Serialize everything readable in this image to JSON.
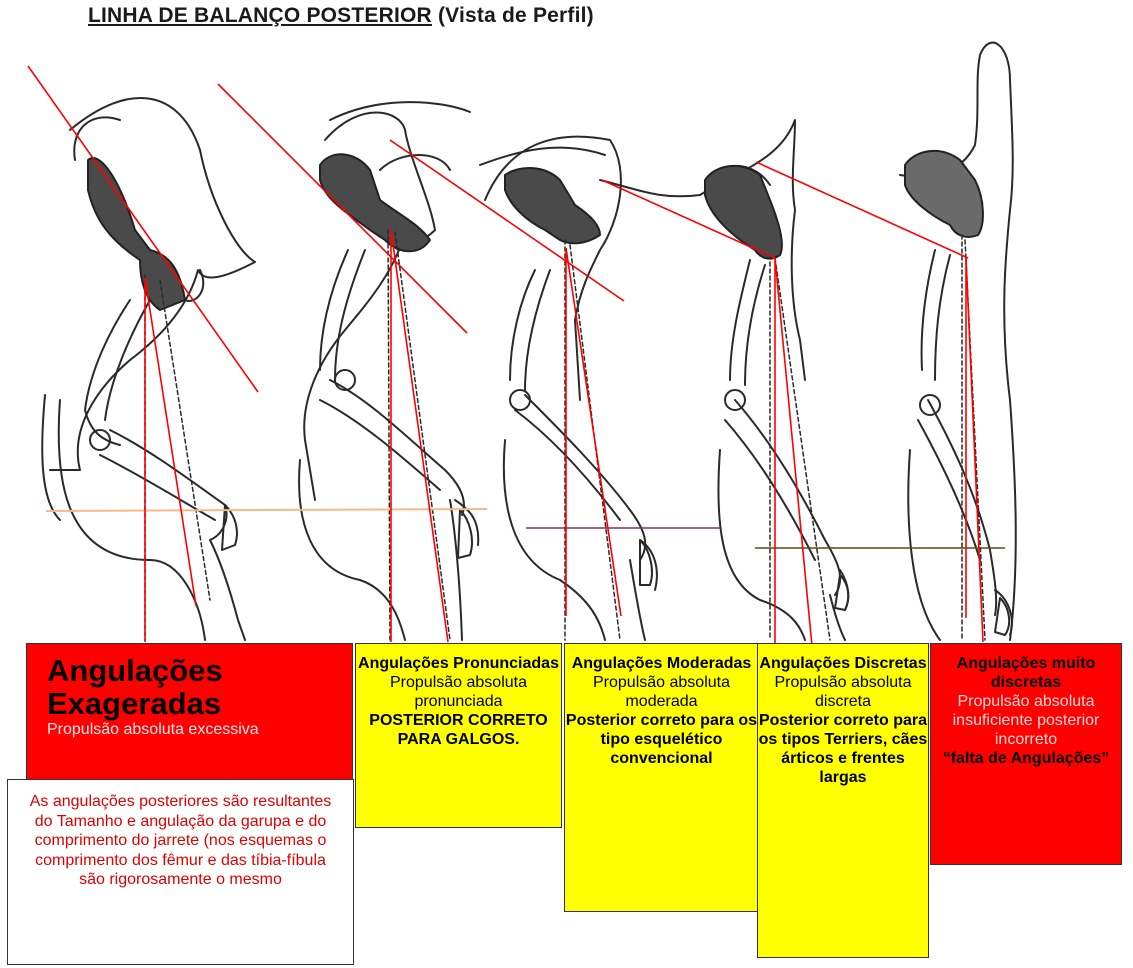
{
  "title": {
    "main": "LINHA DE BALANÇO POSTERIOR",
    "sub": "(Vista de Perfil)"
  },
  "colors": {
    "red_line": "#ff0000",
    "orange_line": "#f2b98a",
    "purple_line": "#8b2a6b",
    "olive_line": "#5a4a10",
    "box_red": "#ff0000",
    "box_yellow": "#ffff00"
  },
  "boxes": {
    "exageradas": {
      "heading": "Angulações Exageradas",
      "body": "Propulsão absoluta excessiva"
    },
    "note": {
      "text": "As angulações posteriores são resultantes do Tamanho e angulação da garupa e do comprimento do jarrete (nos esquemas o comprimento dos fêmur e das tíbia-fíbula são rigorosamente o mesmo"
    },
    "pronunciadas": {
      "heading": "Angulações Pronunciadas",
      "body": "Propulsão absoluta pronunciada",
      "footer": "POSTERIOR CORRETO PARA GALGOS."
    },
    "moderadas": {
      "heading": "Angulações Moderadas",
      "body": "Propulsão absoluta moderada",
      "footer": "Posterior correto para os tipo esquelético convencional"
    },
    "discretas": {
      "heading": "Angulações Discretas",
      "body": "Propulsão absoluta discreta",
      "footer": "Posterior correto para os tipos Terriers, cães árticos e frentes largas"
    },
    "muito_discretas": {
      "heading": "Angulações muito discretas",
      "body": "Propulsão absoluta insuficiente posterior incorreto",
      "footer": "“falta de Angulações”"
    }
  }
}
